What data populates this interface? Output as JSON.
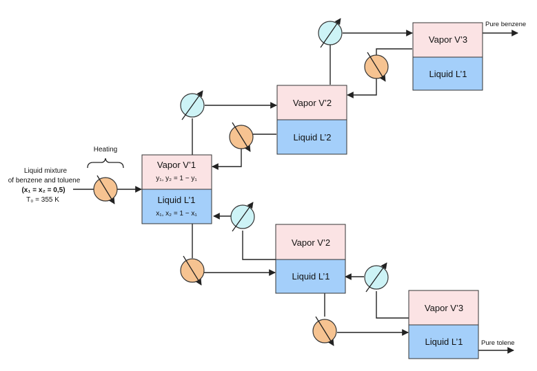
{
  "colors": {
    "vapor": "#fbe3e4",
    "liquid": "#a4cffa",
    "heater": "#f6c391",
    "cooler": "#cdf3f6",
    "line": "#222222"
  },
  "icons": {
    "heater": "heat-exchanger-icon",
    "cooler": "heat-exchanger-icon"
  },
  "feed": {
    "line1": "Liquid mixture",
    "line2": "of benzene and toluene",
    "line3": "(x₁ = x₂ = 0,5)",
    "line4": "T₀ = 355 K"
  },
  "heating_label": "Heating",
  "stage1": {
    "vapor": "Vapor V’1",
    "vapor_eq": "y₁, y₂ = 1 − y₁",
    "liquid": "Liquid L’1",
    "liquid_eq": "x₁, x₂ = 1 − x₁"
  },
  "stage2_top": {
    "vapor": "Vapor V’2",
    "liquid": "Liquid L’2"
  },
  "stage3_top": {
    "vapor": "Vapor V’3",
    "liquid": "Liquid L’1"
  },
  "stage2_bottom": {
    "vapor": "Vapor V’2",
    "liquid": "Liquid L’1"
  },
  "stage3_bottom": {
    "vapor": "Vapor V’3",
    "liquid": "Liquid L’1"
  },
  "outputs": {
    "top": "Pure benzene",
    "bottom": "Pure tolene"
  }
}
